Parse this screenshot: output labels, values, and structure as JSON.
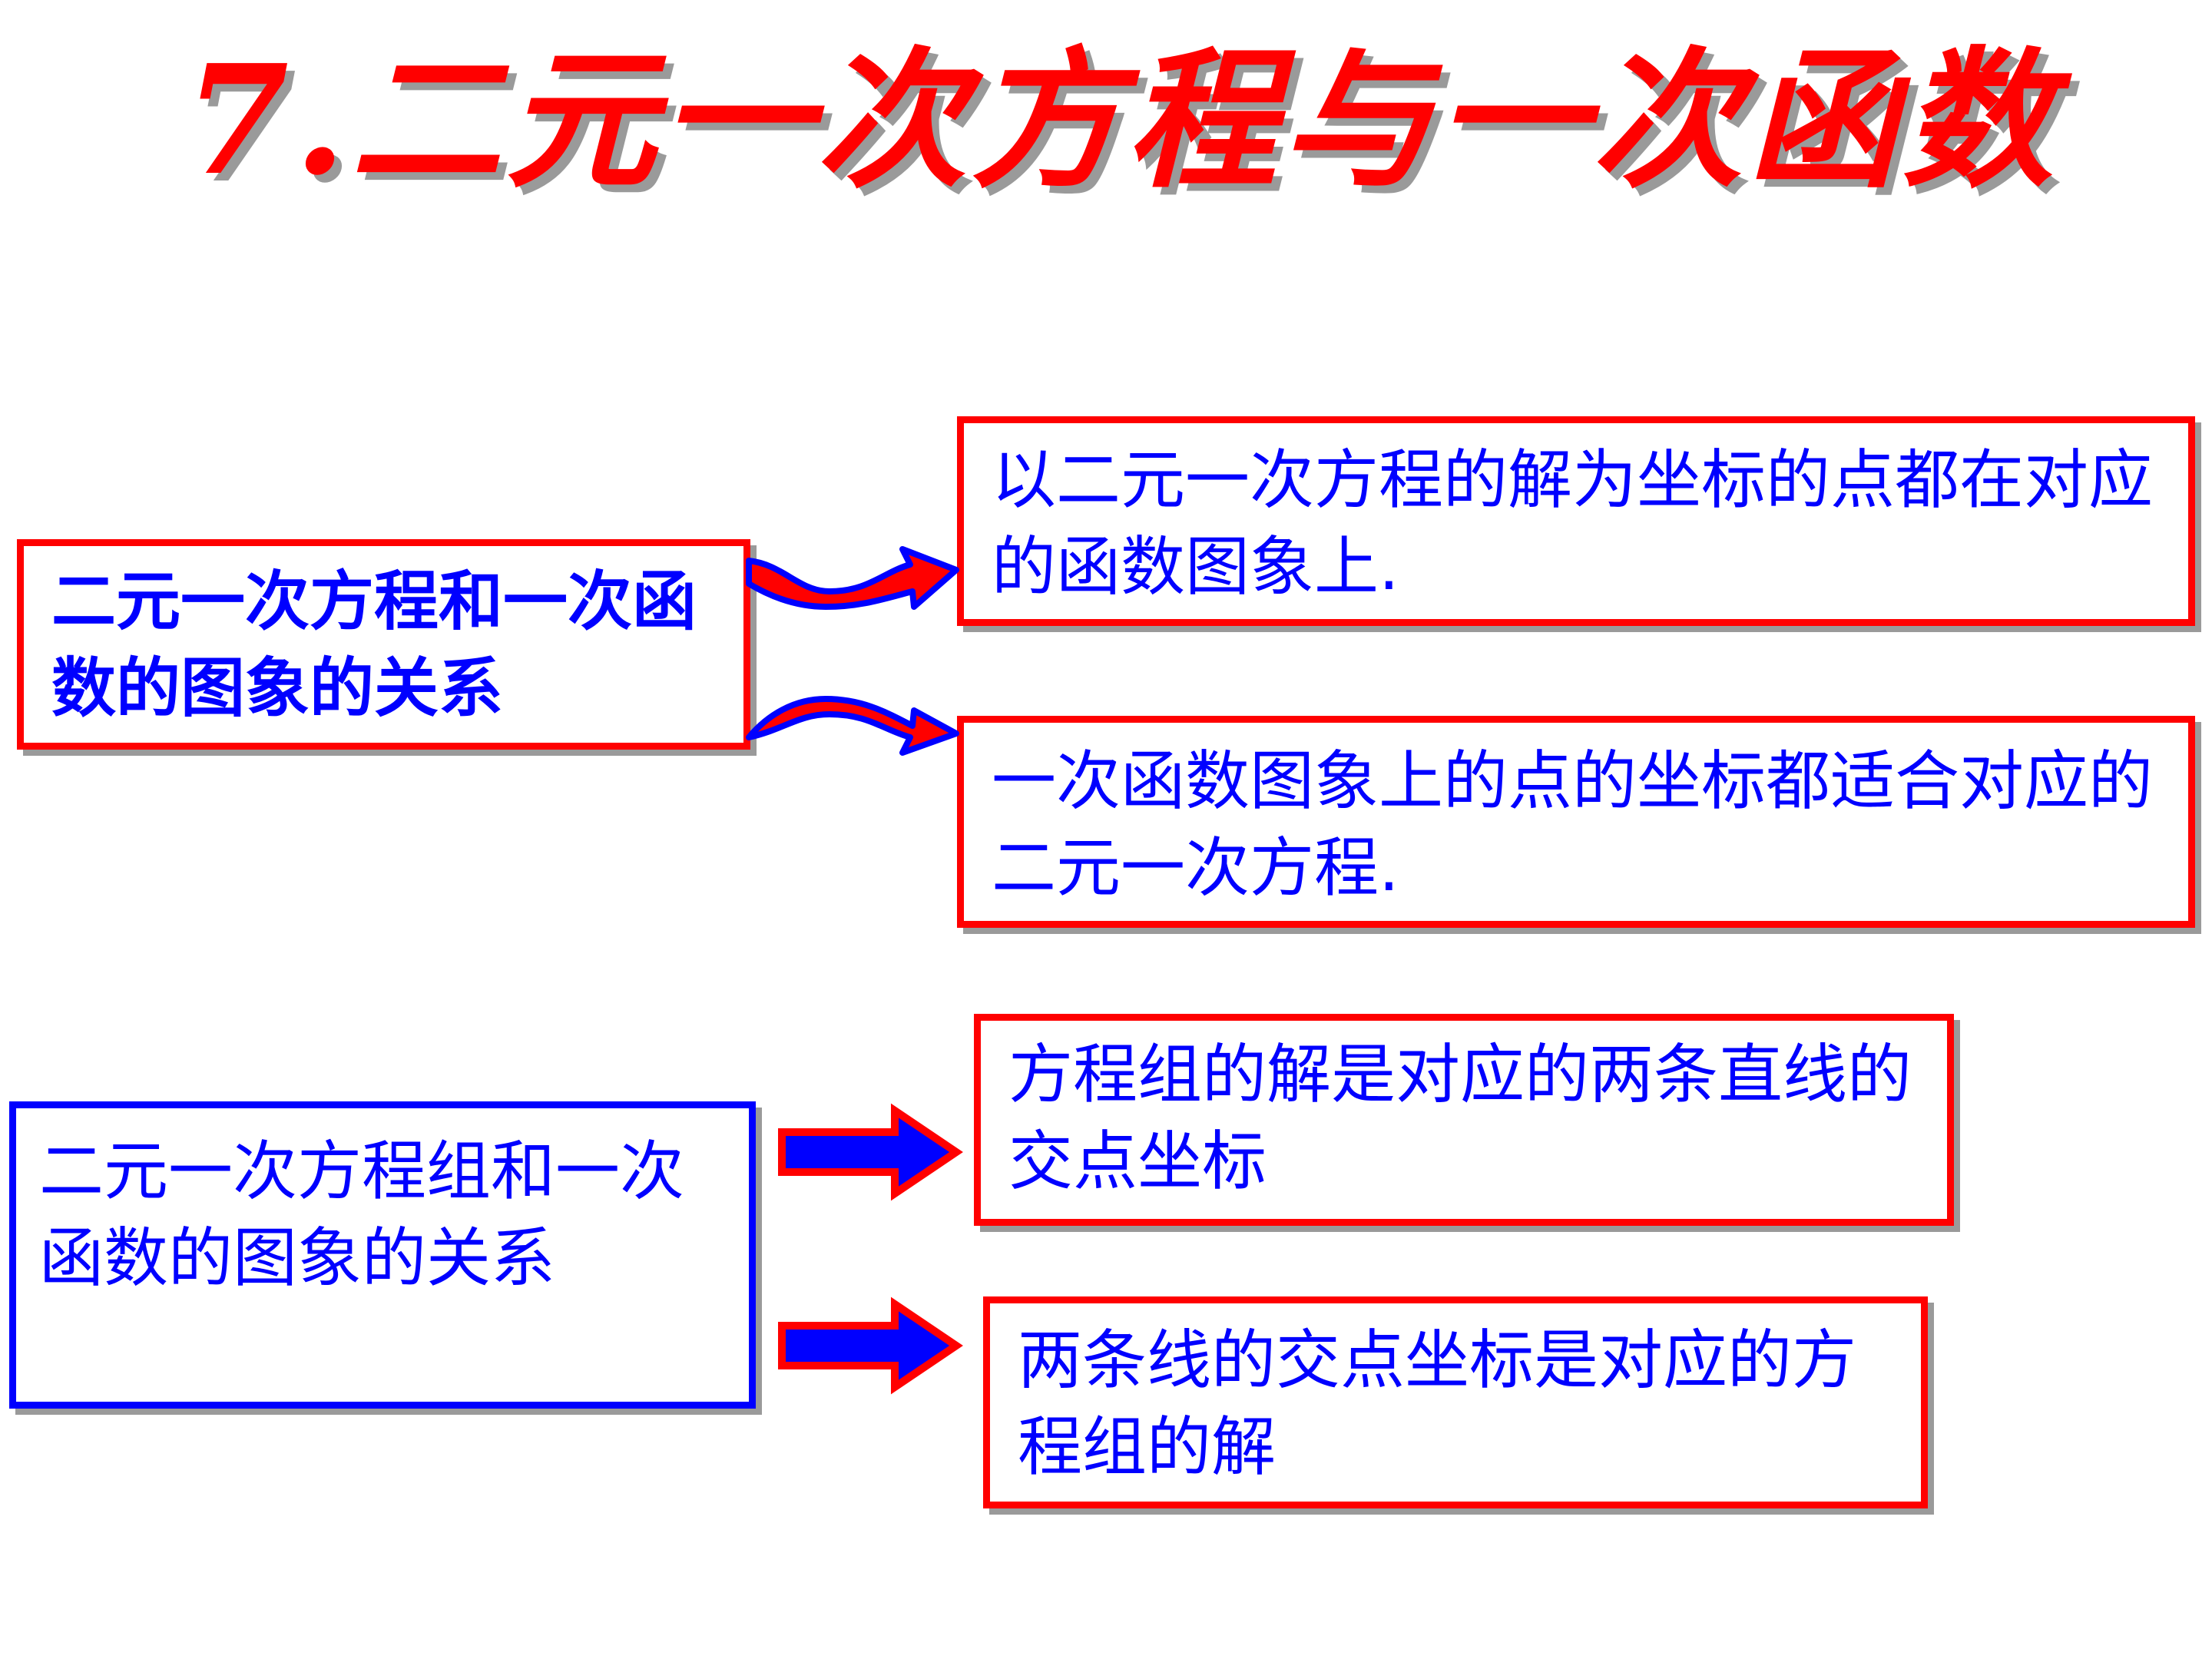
{
  "slide": {
    "title": "7.二元一次方程与一次函数",
    "section1": {
      "main": "二元一次方程和一次函数的图象的关系",
      "result_1": "以二元一次方程的解为坐标的点都在对应的函数图象上.",
      "result_2": "一次函数图象上的点的坐标都适合对应的二元一次方程."
    },
    "section2": {
      "main": "二元一次方程组和一次函数的图象的关系",
      "result_1": "方程组的解是对应的两条直线的交点坐标",
      "result_2": "两条线的交点坐标是对应的方程组的解"
    }
  },
  "colors": {
    "title": "#ff0000",
    "text": "#0000ff",
    "red_border": "#ff0000",
    "blue_border": "#0000ff",
    "shadow": "#9a9a9a"
  },
  "icons": {
    "curved_arrows": "curved-arrow-icon",
    "straight_arrows": "right-arrow-icon"
  }
}
